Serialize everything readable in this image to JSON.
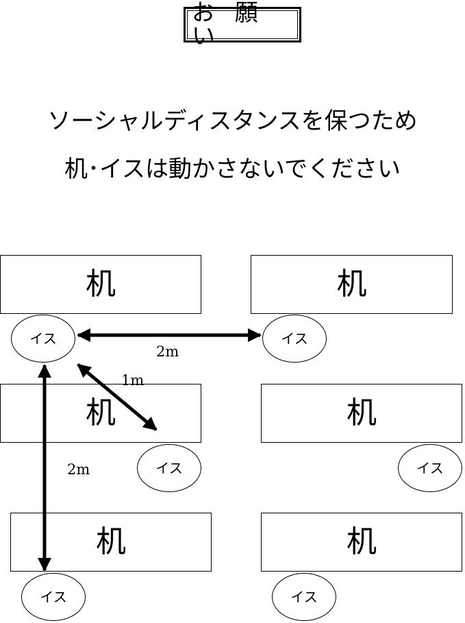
{
  "title": "お 願 い",
  "message": {
    "line1": "ソーシャルディスタンスを保つため",
    "line2": "机･イスは動かさないでください"
  },
  "desks": [
    {
      "label": "机"
    },
    {
      "label": "机"
    },
    {
      "label": "机"
    },
    {
      "label": "机"
    },
    {
      "label": "机"
    },
    {
      "label": "机"
    }
  ],
  "chairs": [
    {
      "label": "イス"
    },
    {
      "label": "イス"
    },
    {
      "label": "イス"
    },
    {
      "label": "イス"
    },
    {
      "label": "イス"
    },
    {
      "label": "イス"
    }
  ],
  "distances": {
    "horizontal": "2m",
    "diagonal": "1m",
    "vertical": "2m"
  }
}
